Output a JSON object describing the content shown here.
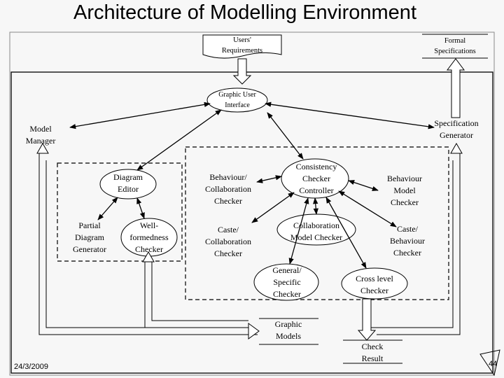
{
  "slide": {
    "title": "Architecture of Modelling Environment",
    "date": "24/3/2009",
    "page_number": "44"
  },
  "nodes": {
    "users_requirements": "Users'\nRequirements",
    "formal_specifications": "Formal\nSpecifications",
    "graphic_user_interface": "Graphic User\nInterface",
    "model_manager": "Model\nManager",
    "specification_generator": "Specification\nGenerator",
    "diagram_editor": "Diagram\nEditor",
    "partial_diagram_generator": "Partial\nDiagram\nGenerator",
    "wellformedness_checker": "Well-\nformedness\nChecker",
    "behaviour_collaboration_checker": "Behaviour/\nCollaboration\nChecker",
    "consistency_checker_controller": "Consistency\nChecker\nController",
    "behaviour_model_checker": "Behaviour\nModel\nChecker",
    "caste_collaboration_checker": "Caste/\nCollaboration\nChecker",
    "collaboration_model_checker": "Collaboration\nModel Checker",
    "caste_checker": "Caste/\nBehaviour\nChecker",
    "general_specific_checker": "General/\nSpecific\nChecker",
    "cross_level_checker": "Cross level\nChecker",
    "graphic_models": "Graphic\nModels",
    "check_result": "Check\nResult"
  }
}
